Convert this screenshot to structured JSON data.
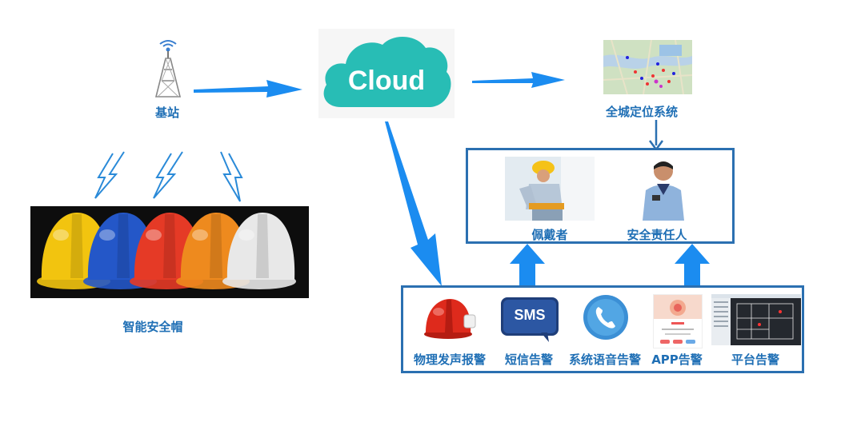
{
  "labels": {
    "base_station": "基站",
    "smart_helmet": "智能安全帽",
    "cloud": "Cloud",
    "city_positioning": "全城定位系统",
    "wearer": "佩戴者",
    "responsible_person": "安全责任人",
    "physical_alarm": "物理发声报警",
    "sms_alarm": "短信告警",
    "voice_alarm": "系统语音告警",
    "app_alarm": "APP告警",
    "platform_alarm": "平台告警",
    "sms_icon_text": "SMS"
  },
  "helmet_colors": [
    "#f2c40f",
    "#2457c8",
    "#e53a26",
    "#ee8a1e",
    "#e8e8e8"
  ],
  "colors": {
    "arrow": "#1b8cf0",
    "box_border": "#2b70b1",
    "label": "#1f6fb5",
    "cloud": "#28bdb5"
  }
}
